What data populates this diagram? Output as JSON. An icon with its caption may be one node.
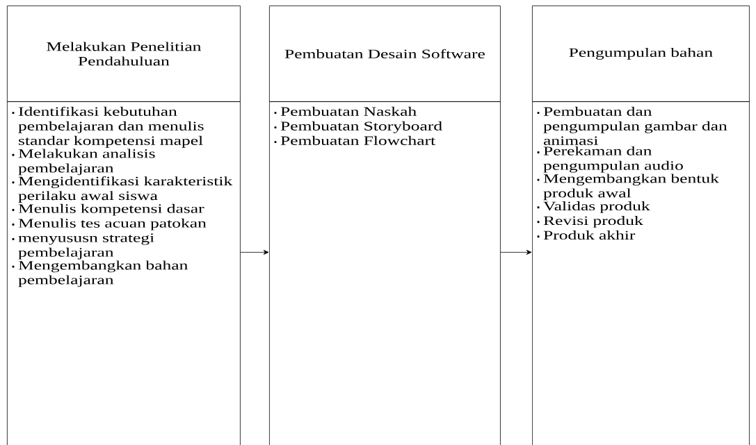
{
  "diagram": {
    "nodes": [
      {
        "text": [
          "Melakukan Penelitian Pendahuluan"
        ]
      },
      {
        "text": [
          "Identifikasi kebutuhan pembelajaran dan menulis standar kompetensi mapel",
          "Melakukan analisis pembelajaran",
          "Mengidentifikasi karakteristik perilaku awal siswa",
          "Menulis kompetensi dasar",
          "Menulis tes acuan patokan",
          "menyususn strategi pembelajaran",
          "Mengembangkan bahan pembelajaran"
        ]
      },
      {
        "text": [
          "Pembuatan Desain Software"
        ]
      },
      {
        "text": [
          "Pembuatan Naskah",
          "Pembuatan Storyboard",
          "Pembuatan Flowchart"
        ]
      },
      {
        "text": [
          "Pengumpulan bahan"
        ]
      },
      {
        "text": [
          "Pembuatan dan pengumpulan gambar dan animasi",
          "Perekaman dan pengumpulan audio",
          "Mengembangkan bentuk produk awal",
          "Validas produk",
          "Revisi produk",
          "Produk akhir"
        ]
      }
    ],
    "edges": [
      {
        "from": 1,
        "to": 3,
        "arrow": "to"
      },
      {
        "from": 3,
        "to": 5,
        "arrow": "to"
      }
    ]
  }
}
